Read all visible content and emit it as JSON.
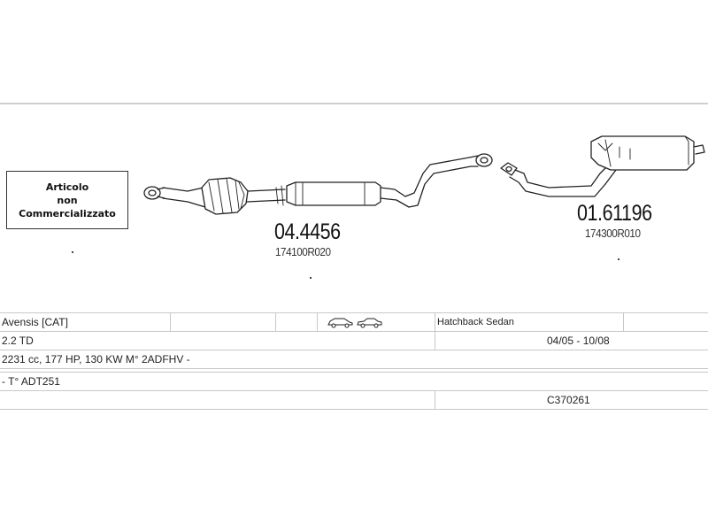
{
  "note": {
    "line1": "Articolo",
    "line2": "non",
    "line3": "Commercializzato"
  },
  "parts": [
    {
      "code": "04.4456",
      "oem": "174100R020"
    },
    {
      "code": "01.61196",
      "oem": "174300R010"
    }
  ],
  "vehicle": {
    "model": "Avensis  [CAT]",
    "body_type": "Hatchback Sedan",
    "engine": "2.2 TD",
    "years": "04/05 - 10/08",
    "specs": "2231 cc, 177 HP, 130 KW M° 2ADFHV -",
    "type_code": "- T° ADT251",
    "catalog_code": "C370261"
  },
  "icons": [
    "hatchback-car-icon",
    "sedan-car-icon"
  ]
}
